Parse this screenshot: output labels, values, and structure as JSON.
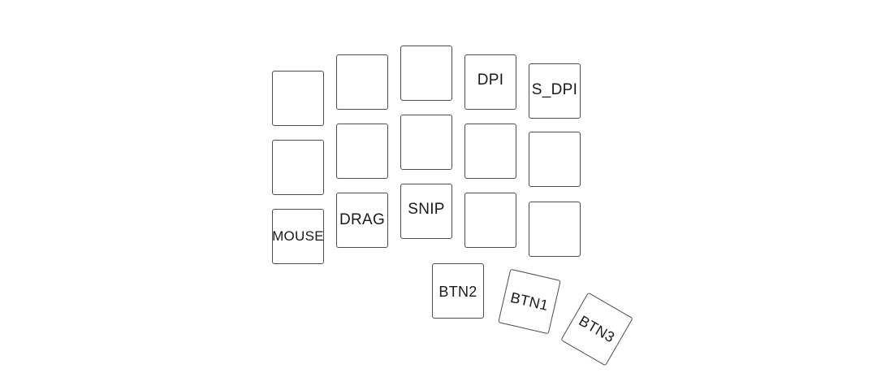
{
  "keyboard": {
    "colors": {
      "key_border": "#4d4d4d",
      "key_fill": "#ffffff",
      "label": "#1a1a1a",
      "background": "#ffffff"
    },
    "columns": [
      {
        "keys": [
          {
            "label": ""
          },
          {
            "label": ""
          },
          {
            "label": "MOUSE"
          }
        ]
      },
      {
        "keys": [
          {
            "label": ""
          },
          {
            "label": ""
          },
          {
            "label": "DRAG"
          }
        ]
      },
      {
        "keys": [
          {
            "label": ""
          },
          {
            "label": ""
          },
          {
            "label": "SNIP"
          }
        ]
      },
      {
        "keys": [
          {
            "label": "DPI"
          },
          {
            "label": ""
          },
          {
            "label": ""
          }
        ]
      },
      {
        "keys": [
          {
            "label": "S_DPI"
          },
          {
            "label": ""
          },
          {
            "label": ""
          }
        ]
      }
    ],
    "thumb_keys": [
      {
        "label": "BTN2"
      },
      {
        "label": "BTN1"
      },
      {
        "label": "BTN3"
      }
    ]
  }
}
